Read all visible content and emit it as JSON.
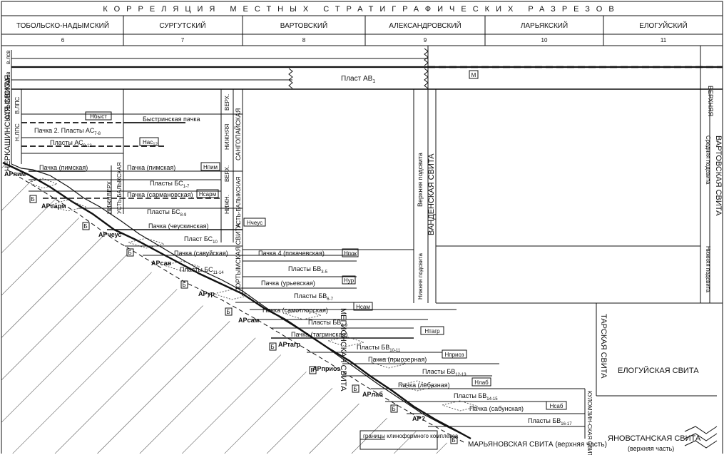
{
  "header": {
    "title": "КОРРЕЛЯЦИЯ МЕСТНЫХ СТРАТИГРАФИЧЕСКИХ РАЗРЕЗОВ",
    "regions": [
      {
        "name": "ТОБОЛЬСКО-НАДЫМСКИЙ",
        "num": "6"
      },
      {
        "name": "СУРГУТСКИЙ",
        "num": "7"
      },
      {
        "name": "ВАРТОВСКИЙ",
        "num": "8"
      },
      {
        "name": "АЛЕКСАНДРОВСКИЙ",
        "num": "9"
      },
      {
        "name": "ЛАРЬЯКСКИЙ",
        "num": "10"
      },
      {
        "name": "ЕЛОГУЙСКИЙ",
        "num": "11"
      }
    ]
  },
  "units": {
    "av1": "Пласт АВ",
    "av1_sub": "1",
    "ac78": "Пачка 2. Пласты АС",
    "ac78_sub": "7-8",
    "ac912": "Пласты АС",
    "ac912_sub": "9-12",
    "bystr": "Быстринская пачка",
    "pim1": "Пачка (пимская)",
    "pim2": "Пачка (пимская)",
    "bs17": "Пласты БС",
    "bs17_sub": "1-7",
    "sarm": "Пачка (сармановская)",
    "bs89": "Пласты БС",
    "bs89_sub": "8-9",
    "cheus": "Пачка (чеускинская)",
    "bs10": "Пласт БС",
    "bs10_sub": "10",
    "savu": "Пачка (савуйская)",
    "bs1114": "Пласты БС",
    "bs1114_sub": "11-14",
    "pokach": "Пачка 4 (покачевская)",
    "bv35": "Пласты БВ",
    "bv35_sub": "3-5",
    "urev": "Пачка (урьевская)",
    "bv67": "Пласты БВ",
    "bv67_sub": "6-7",
    "samotl": "Пачка (самотлорская)",
    "bv89": "Пласты БВ",
    "bv89_sub": "8-9",
    "tagr": "Пачка (тагринская)",
    "bv1011": "Пласты БВ",
    "bv1011_sub": "10-11",
    "prioz": "Пачка (приозерная)",
    "bv1213": "Пласты БВ",
    "bv1213_sub": "12-13",
    "lebaz": "Пачка (лебазная)",
    "bv1415": "Пласты БВ",
    "bv1415_sub": "14-15",
    "sabun": "Пачка (сабунская)",
    "bv1617": "Пласты БВ",
    "bv1617_sub": "16-17"
  },
  "suites": {
    "cherkash": "ЧЕРКАШИНСКАЯ СВИТА",
    "alym": "АЛЫМСКАЯ",
    "vlps": "В.ЛПС",
    "nlps": "Н.ЛПС",
    "v_lsv": "в.лсв",
    "n_lsv": "н.лсв",
    "vlsv": "В.ЛСВ",
    "nlsv": "Н.ЛСВ",
    "vartovsk": "ВАРТОВСКАЯ СВИТА",
    "verkh": "ВЕРХ.",
    "nizhn": "НИЖН.",
    "verkhnyaya": "НИЖНЯЯ",
    "sangopai": "САНГОПАЙСКАЯ",
    "ust_balyk": "УСТЬ-БАЛЫКСКАЯ",
    "sortym": "СОРТЫМСКАЯ СВИТА",
    "vanden": "ВАНДЕНСКАЯ СВИТА",
    "vanden_up": "Верхняя подсвита",
    "vanden_low": "Нижняя подсвита",
    "vart_upper": "ВЕРХНЯЯ",
    "vart_mid": "Средняя подсвита",
    "vart_low": "Нижняя подсвита",
    "megion": "МЕГИОНСКАЯ СВИТА",
    "tarsk": "ТАРСКАЯ СВИТА",
    "elog": "ЕЛОГУЙСКАЯ СВИТА",
    "kulomz": "КУЛОМЗИН-СКАЯ СВИТА",
    "yanov": "ЯНОВСТАНСКАЯ СВИТА",
    "yanov_sub": "(верхняя часть)",
    "maryan": "МАРЬЯНОВСКАЯ СВИТА (верхняя часть)",
    "legend": "границы клиноформного комплекса"
  },
  "markers": {
    "nbyst": "Нбыст",
    "nac12": "Нас",
    "nac12_sub": "12",
    "npim": "Нпим",
    "nsarm": "Нсарм",
    "ncheus": "Нчеус",
    "npok": "Нпок",
    "nur": "Нур",
    "nsam": "Нсам",
    "ntagr": "Нтагр",
    "nprioz": "Нприоз",
    "nlab": "Нлаб",
    "nsab": "Нсаб",
    "m": "М",
    "b": "Б"
  },
  "ar_labels": {
    "pim": "АРпим",
    "sarm": "АРсарм",
    "cheus": "АРчеус",
    "sav": "АРсав",
    "ur": "АРур",
    "sam": "АРсам",
    "tagr": "АРтагр",
    "prioz": "АРприоз",
    "lab": "АРлаб",
    "q": "АР?"
  }
}
